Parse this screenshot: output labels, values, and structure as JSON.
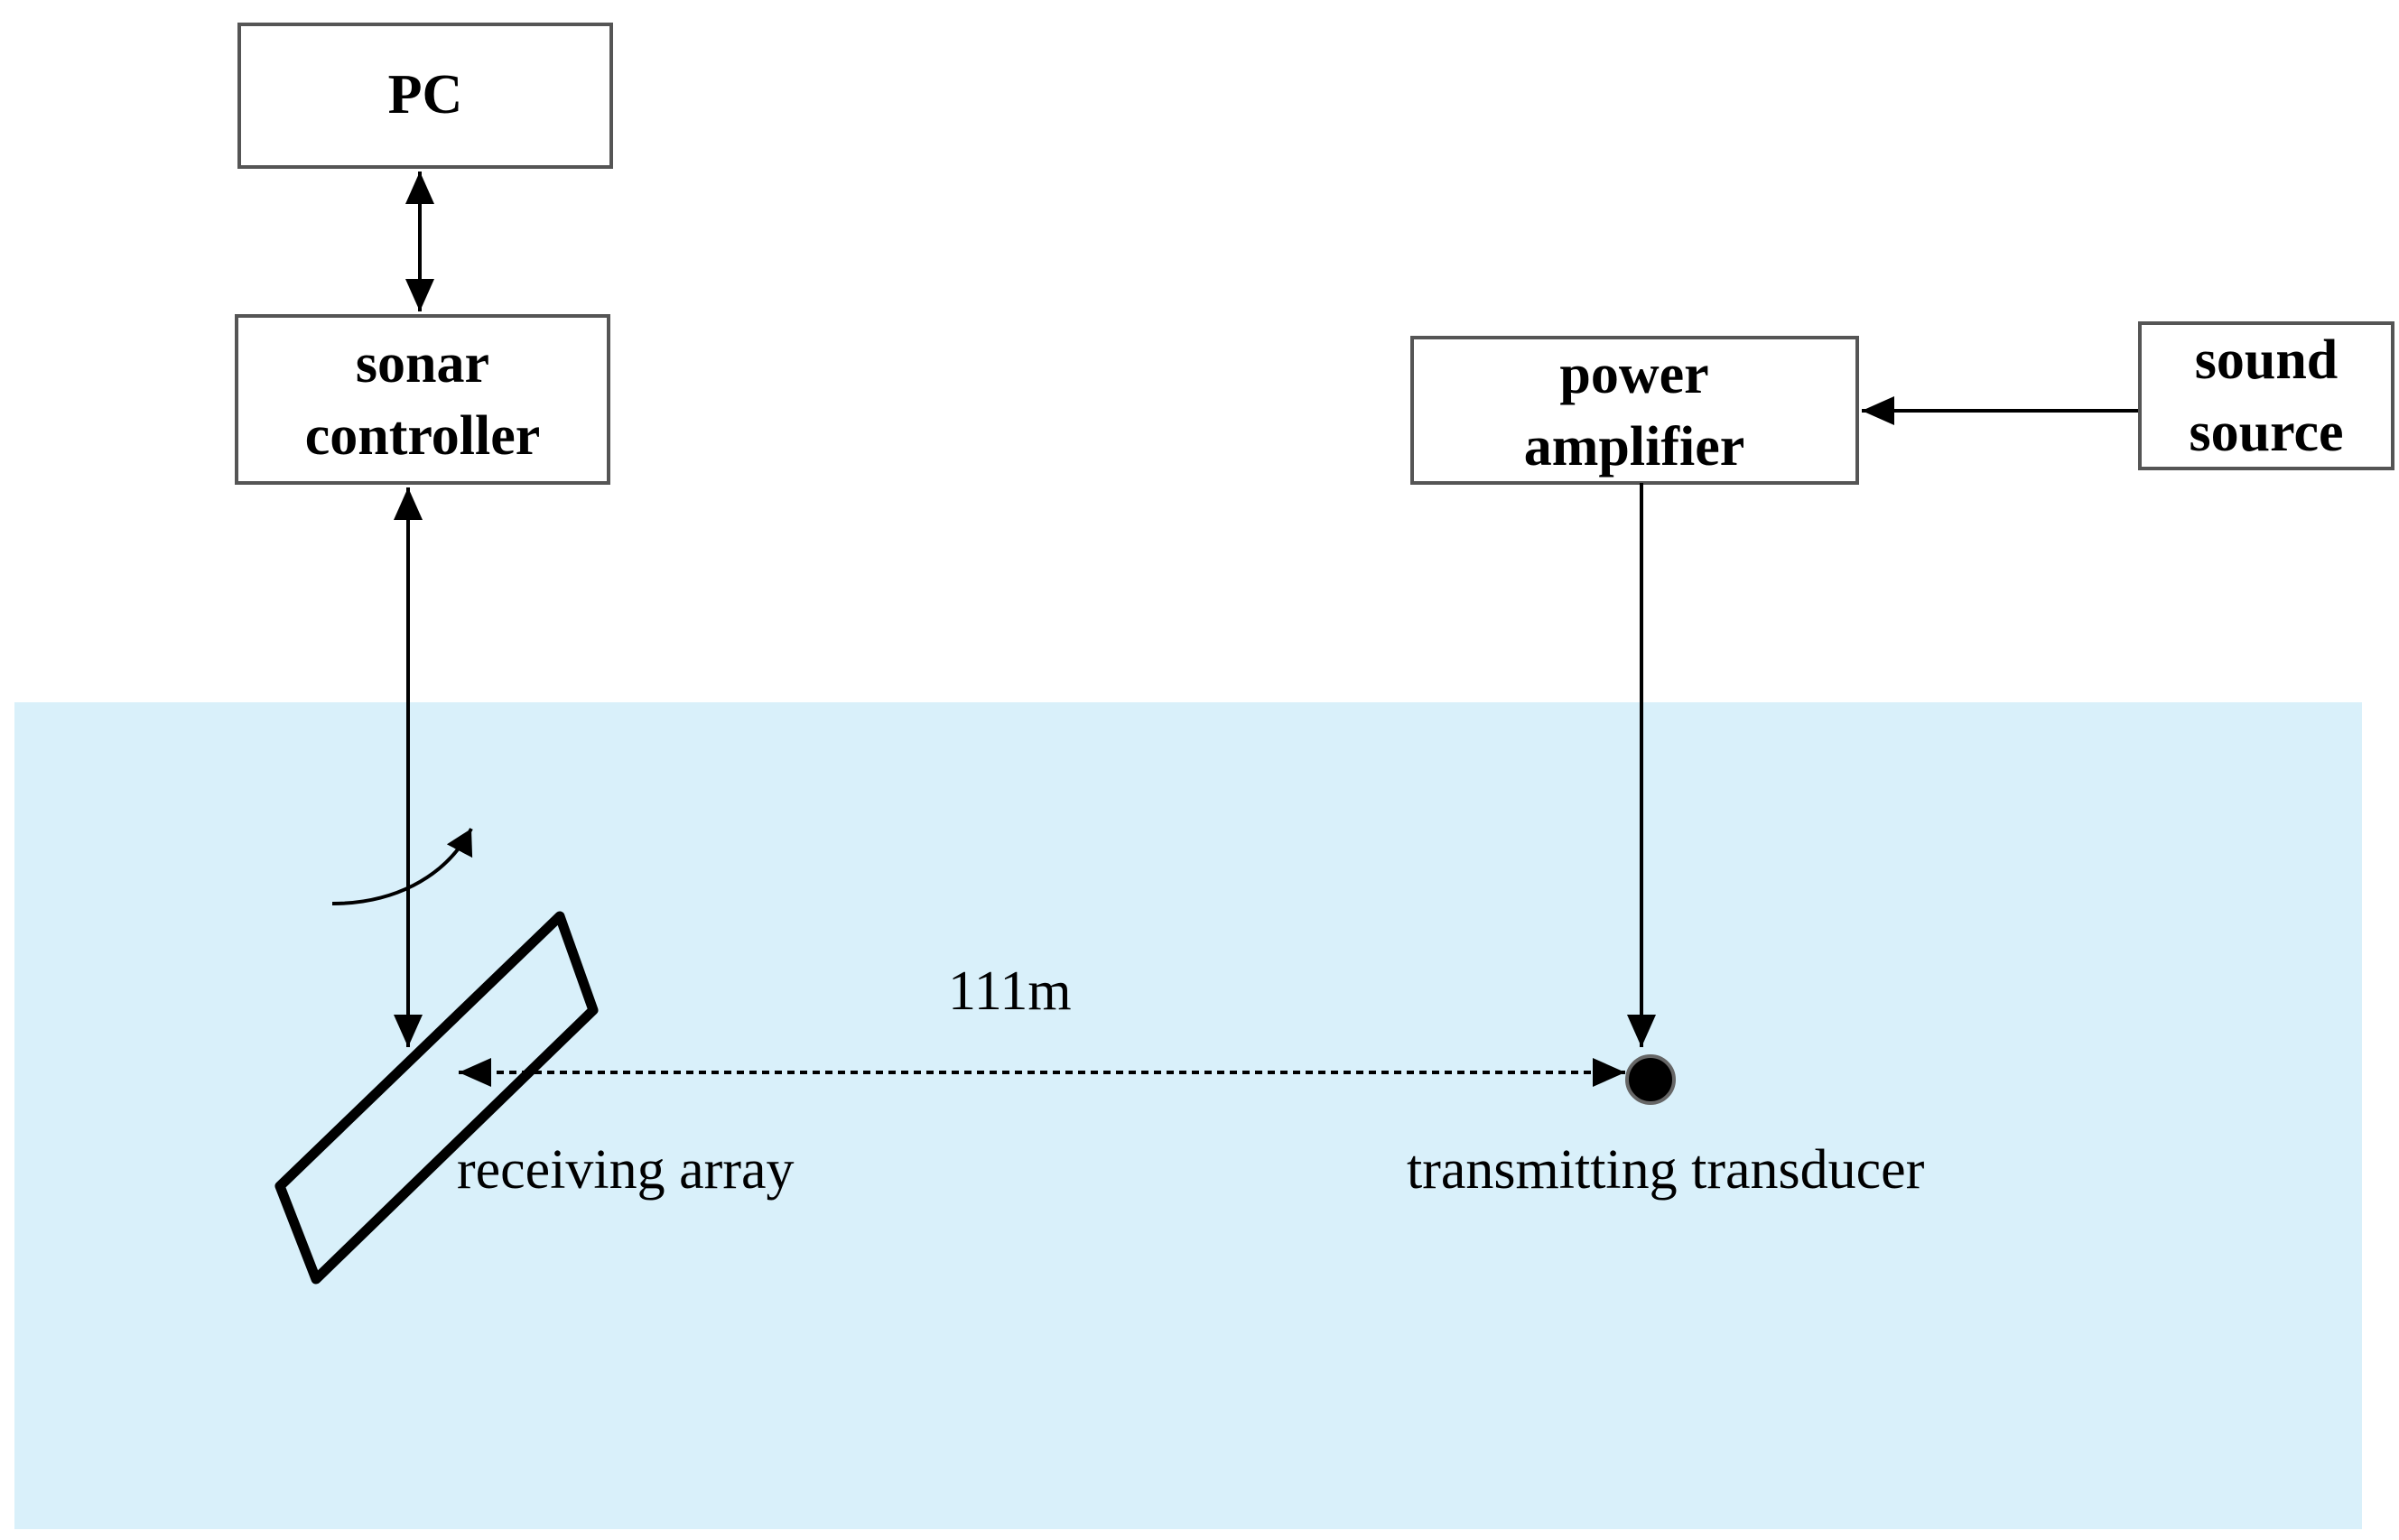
{
  "colors": {
    "water": "#d9f0fa",
    "box_border": "#555555",
    "line": "#000000"
  },
  "boxes": {
    "pc": "PC",
    "sonar_controller": [
      "sonar",
      "controller"
    ],
    "power_amplifier": [
      "power",
      "amplifier"
    ],
    "sound_source": [
      "sound",
      "source"
    ]
  },
  "labels": {
    "distance": "111m",
    "receiving_array": "receiving array",
    "transmitting_transducer": "transmitting transducer"
  },
  "icons": {
    "rotation": "curved-arrow-icon",
    "transducer": "filled-circle-icon"
  }
}
